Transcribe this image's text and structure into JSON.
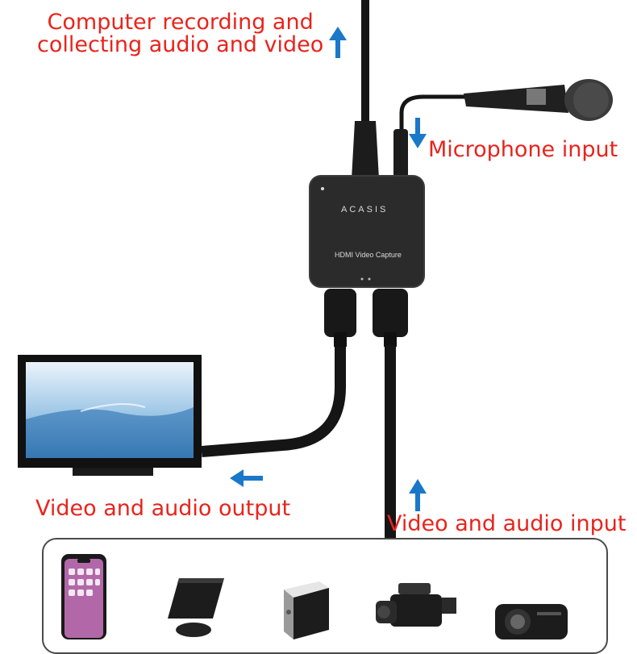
{
  "labels": {
    "computer_line1": "Computer recording and",
    "computer_line2": "collecting audio and video",
    "microphone": "Microphone input",
    "video_output": "Video and audio output",
    "video_input": "Video and audio input"
  },
  "device": {
    "brand": "ACASIS",
    "model": "HDMI Video Capture"
  },
  "colors": {
    "label_red": "#e8241c",
    "arrow_blue": "#1a78c8",
    "device_body": "#2b2b2b",
    "cable": "#151515"
  },
  "device_icons": [
    "smartphone-icon",
    "game-console-icon",
    "tv-box-icon",
    "camcorder-icon",
    "projector-icon"
  ]
}
